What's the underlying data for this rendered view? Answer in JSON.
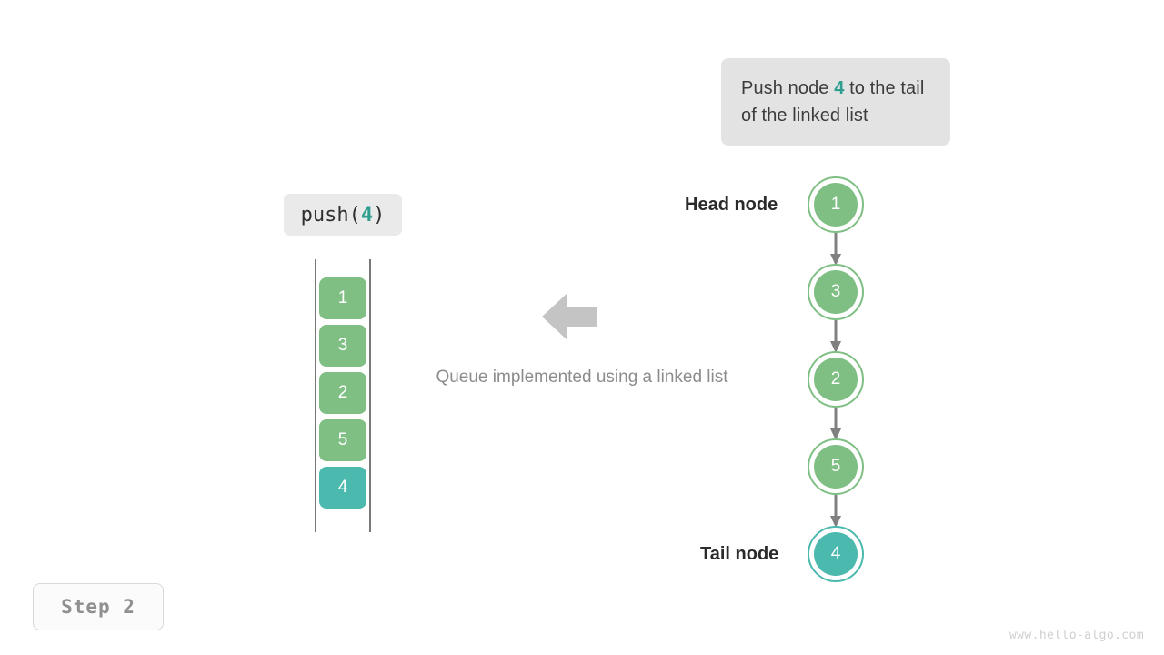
{
  "caption": {
    "prefix": "Push node ",
    "value": "4",
    "suffix": " to the tail of the linked list"
  },
  "operation": {
    "name": "push(",
    "arg": "4",
    "close": ")"
  },
  "queue": {
    "cells": [
      {
        "value": "1",
        "color": "green"
      },
      {
        "value": "3",
        "color": "green"
      },
      {
        "value": "2",
        "color": "green"
      },
      {
        "value": "5",
        "color": "green"
      },
      {
        "value": "4",
        "color": "teal"
      }
    ]
  },
  "middle": {
    "caption": "Queue implemented using a linked list",
    "arrow_direction": "left"
  },
  "linked_list": {
    "head_label": "Head node",
    "tail_label": "Tail node",
    "nodes": [
      {
        "value": "1",
        "color": "green"
      },
      {
        "value": "3",
        "color": "green"
      },
      {
        "value": "2",
        "color": "green"
      },
      {
        "value": "5",
        "color": "green"
      },
      {
        "value": "4",
        "color": "teal"
      }
    ]
  },
  "step_badge": "Step 2",
  "watermark": "www.hello-algo.com",
  "colors": {
    "green": "#7fbf84",
    "teal": "#4bb9ae",
    "accent_text": "#2f9e8f",
    "arrow_gray": "#808080",
    "caption_bg": "#e3e3e3"
  }
}
